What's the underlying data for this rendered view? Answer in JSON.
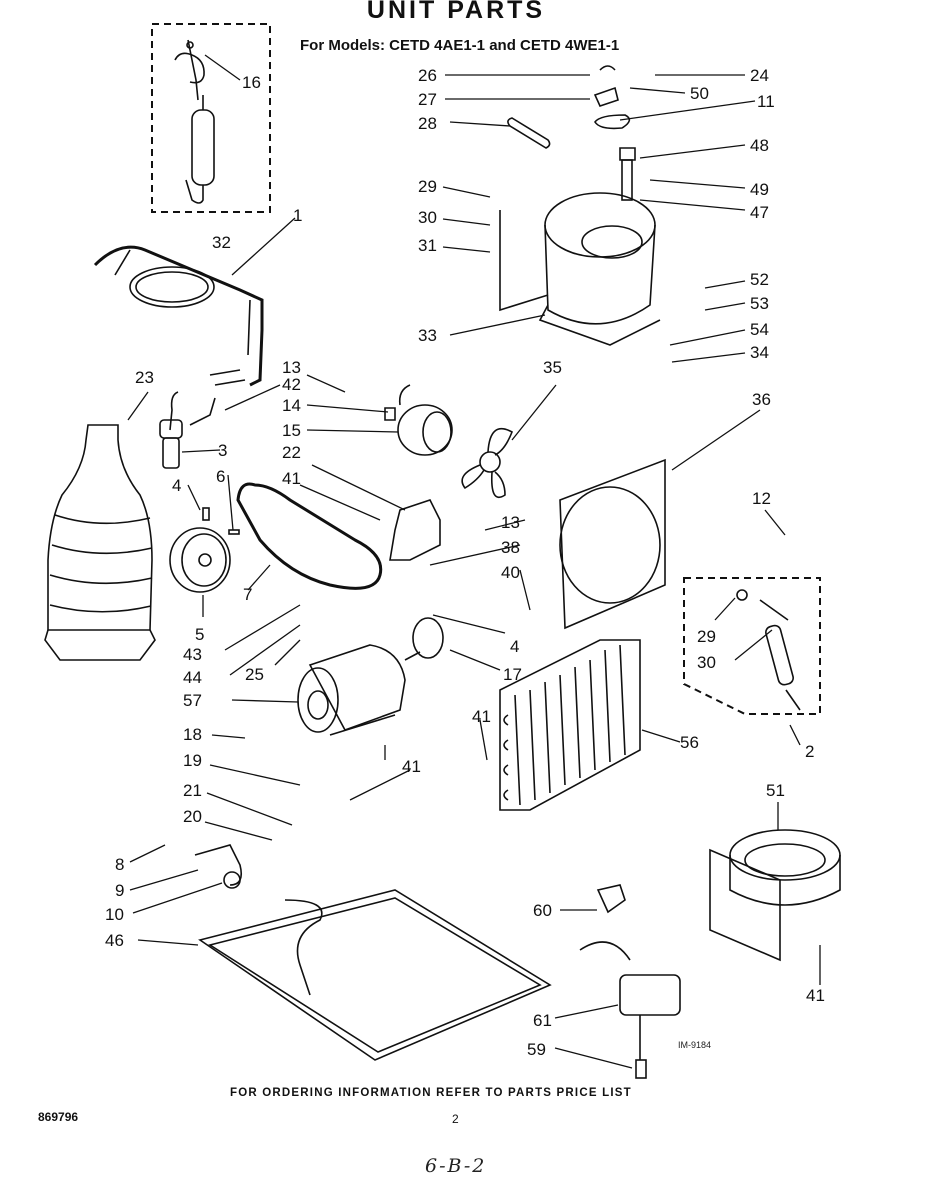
{
  "header": {
    "title": "UNIT PARTS",
    "models": "For Models: CETD 4AE1-1 and CETD 4WE1-1"
  },
  "footer": {
    "ordering_note": "FOR ORDERING INFORMATION REFER TO PARTS PRICE LIST",
    "document_number": "869796",
    "page_number": "2",
    "handwritten": "6-B-2"
  },
  "illustration_id": "IM-9184",
  "callouts": {
    "c16": "16",
    "c32": "32",
    "c1": "1",
    "c23": "23",
    "c13a": "13",
    "c42": "42",
    "c14": "14",
    "c15": "15",
    "c22": "22",
    "c3": "3",
    "c6": "6",
    "c4a": "4",
    "c41a": "41",
    "c7": "7",
    "c5": "5",
    "c43": "43",
    "c44": "44",
    "c25": "25",
    "c57": "57",
    "c18": "18",
    "c19": "19",
    "c21": "21",
    "c20": "20",
    "c8": "8",
    "c9": "9",
    "c10": "10",
    "c46": "46",
    "c4b": "4",
    "c17": "17",
    "c41b": "41",
    "c41c": "41",
    "c26": "26",
    "c27": "27",
    "c28": "28",
    "c24": "24",
    "c50": "50",
    "c11": "11",
    "c48": "48",
    "c49": "49",
    "c47": "47",
    "c29a": "29",
    "c30a": "30",
    "c31": "31",
    "c33": "33",
    "c52": "52",
    "c53": "53",
    "c54": "54",
    "c34": "34",
    "c35": "35",
    "c36": "36",
    "c13b": "13",
    "c38": "38",
    "c40": "40",
    "c12": "12",
    "c29b": "29",
    "c30b": "30",
    "c2": "2",
    "c56": "56",
    "c51": "51",
    "c41d": "41",
    "c60": "60",
    "c61": "61",
    "c59": "59"
  }
}
